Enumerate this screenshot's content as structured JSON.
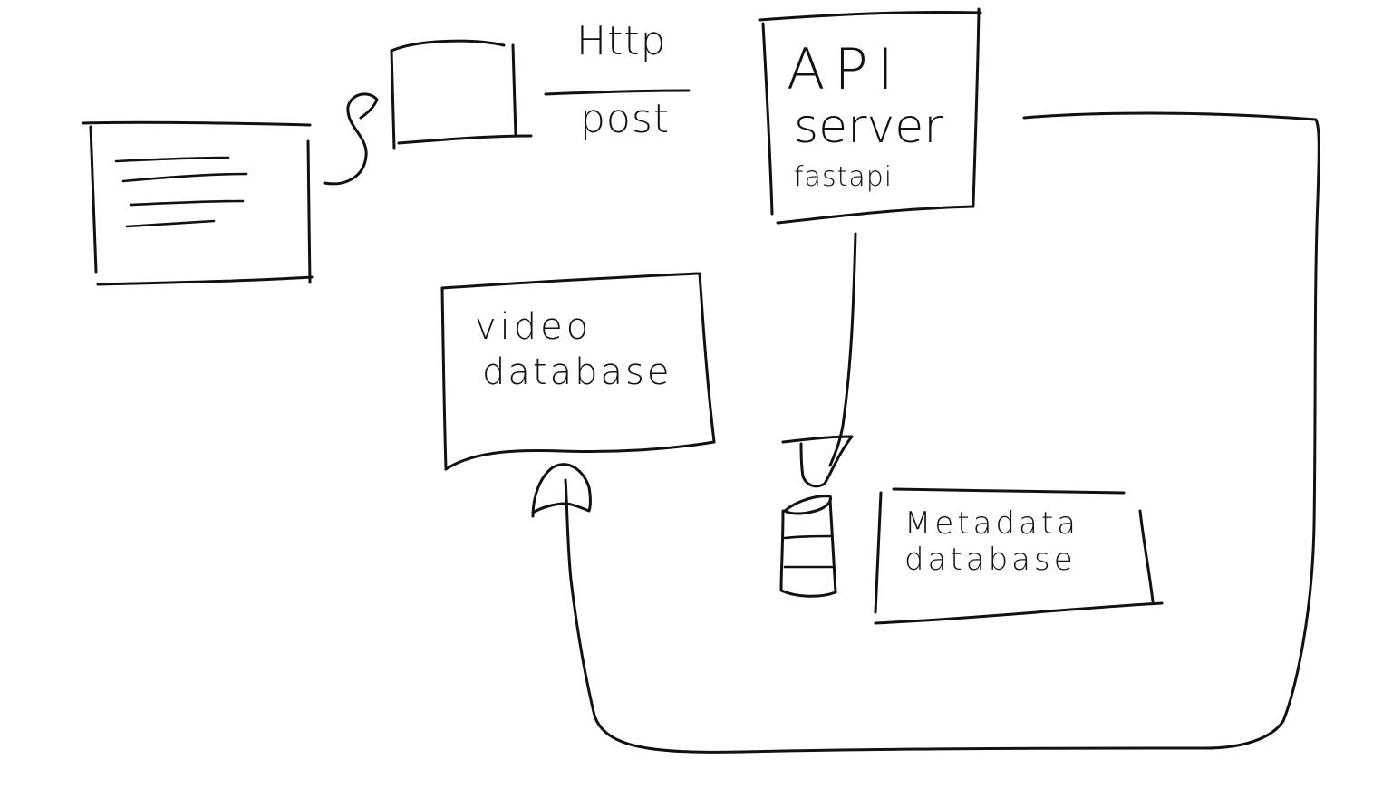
{
  "connector": {
    "label_top": "Http",
    "label_bottom": "post"
  },
  "api_server": {
    "line1": "API",
    "line2": "server",
    "line3": "fastapi"
  },
  "video_database": {
    "line1": "video",
    "line2": "database"
  },
  "metadata_database": {
    "line1": "Metadata",
    "line2": "database"
  },
  "colors": {
    "ink": "#111111",
    "background": "#ffffff"
  }
}
